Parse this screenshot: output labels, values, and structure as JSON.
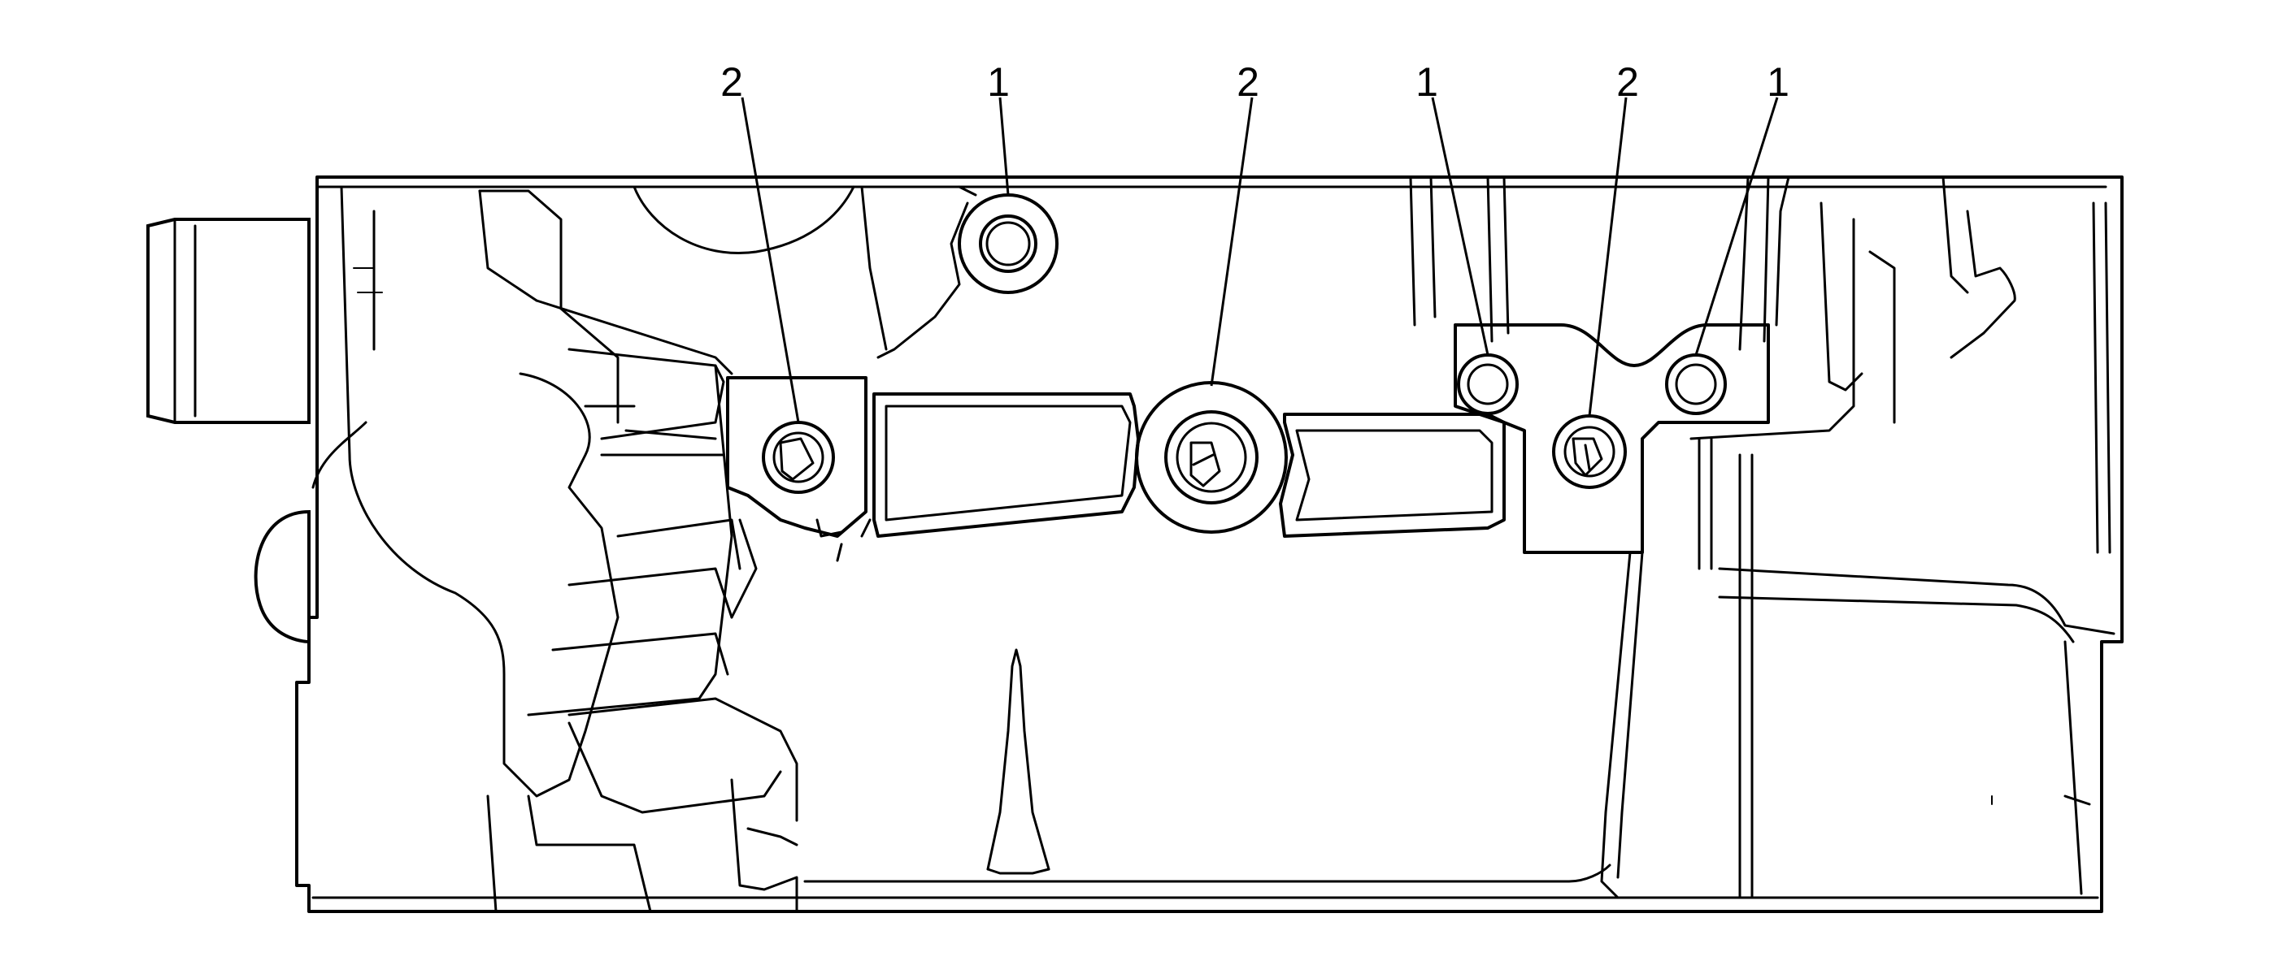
{
  "callouts": [
    {
      "id": "c1",
      "label": "2"
    },
    {
      "id": "c2",
      "label": "1"
    },
    {
      "id": "c3",
      "label": "2"
    },
    {
      "id": "c4",
      "label": "1"
    },
    {
      "id": "c5",
      "label": "2"
    },
    {
      "id": "c6",
      "label": "1"
    }
  ],
  "colors": {
    "line": "#000000",
    "background": "#ffffff"
  }
}
